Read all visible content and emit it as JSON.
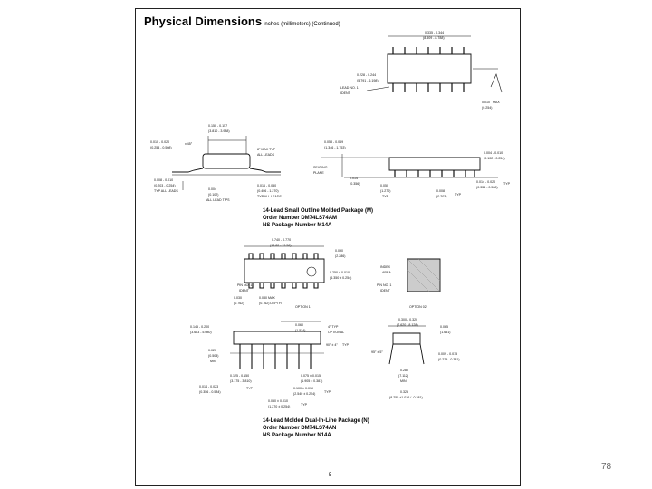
{
  "header": {
    "title": "Physical Dimensions",
    "subtitle": "inches (millimeters) (Continued)"
  },
  "soic": {
    "caption_lines": [
      "14-Lead Small Outline Molded Package (M)",
      "Order Number DM74LS74AM",
      "NS Package Number M14A"
    ],
    "top_view_labels": [
      "0.335 - 0.344",
      "(8.509 - 8.788)",
      "0.228 - 0.244",
      "(5.791 - 6.198)",
      "LEAD NO. 1",
      "IDENT",
      "0.010",
      "MAX",
      "(0.254)"
    ],
    "side_labels": [
      "0.150 - 0.157",
      "(3.810 - 3.988)",
      "0.010 - 0.020",
      "(0.254 - 0.508)",
      "x 45°",
      "8° MAX TYP",
      "ALL LEADS",
      "0.008 - 0.010",
      "(0.203 - 0.254)",
      "TYP ALL LEADS",
      "0.004",
      "(0.102)",
      "ALL LEAD TIPS",
      "0.016 - 0.050",
      "(0.406 - 1.270)",
      "TYP ALL LEADS"
    ],
    "front_labels": [
      "0.053 - 0.069",
      "(1.346 - 1.753)",
      "SEATING",
      "PLANE",
      "0.014",
      "(0.356)",
      "0.050",
      "(1.270)",
      "TYP",
      "0.004 - 0.010",
      "(0.102 - 0.254)",
      "0.014 - 0.020",
      "(0.356 - 0.508)",
      "TYP",
      "0.008",
      "(0.203)",
      "TYP"
    ]
  },
  "dip": {
    "caption_lines": [
      "14-Lead Molded Dual-In-Line Package (N)",
      "Order Number DM74LS74AN",
      "NS Package Number N14A"
    ],
    "top_view_labels": [
      "0.740 - 0.770",
      "(18.80 - 19.56)",
      "0.090",
      "(2.286)",
      "0.250 ± 0.010",
      "(6.350 ± 0.254)",
      "PIN NO. 1",
      "IDENT",
      "0.030",
      "(0.762)",
      "0.030 MAX",
      "(0.762) DEPTH",
      "OPTION 1",
      "INDEX",
      "AREA",
      "PIN NO. 1",
      "IDENT",
      "OPTION 02"
    ],
    "side_labels": [
      "0.145 - 0.200",
      "(3.683 - 5.080)",
      "0.060",
      "(1.524)",
      "4° TYP",
      "OPTIONAL",
      "90° ± 4°",
      "TYP",
      "0.020",
      "(0.508)",
      "MIN",
      "0.125 - 0.150",
      "(3.175 - 3.810)",
      "0.014 - 0.023",
      "(0.356 - 0.584)",
      "TYP",
      "0.075 ± 0.015",
      "(1.905 ± 0.381)",
      "0.100 ± 0.010",
      "(2.540 ± 0.254)",
      "TYP",
      "0.050 ± 0.010",
      "(1.270 ± 0.254)",
      "TYP"
    ],
    "end_labels": [
      "0.300 - 0.320",
      "(7.620 - 8.128)",
      "0.065",
      "(1.651)",
      "95° ± 5°",
      "0.009 - 0.015",
      "(0.229 - 0.381)",
      "0.280",
      "(7.112)",
      "MIN",
      "0.325",
      "(8.255 +1.016 / -0.381)"
    ]
  },
  "page_number": "5",
  "slide_number": "78"
}
